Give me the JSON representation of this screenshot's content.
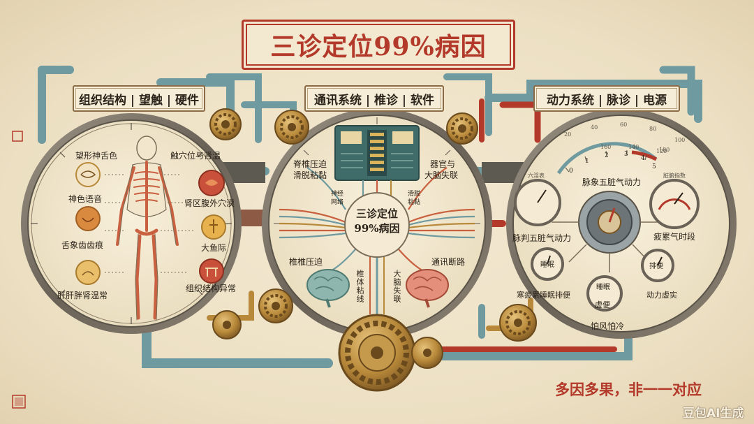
{
  "title": "三诊定位99%病因",
  "sections": [
    {
      "id": "left",
      "header": "组织结构 | 望触 | 硬件"
    },
    {
      "id": "center",
      "header": "通讯系统 | 椎诊 | 软件"
    },
    {
      "id": "right",
      "header": "动力系统 | 脉诊 | 电源"
    }
  ],
  "left_panel": {
    "labels": [
      "望形神舌色",
      "触穴位与肾温",
      "神色语音",
      "肾区腹外穴漠",
      "舌象齿齿痕",
      "大鱼际",
      "肝肝胖肾温常",
      "组织结构异常"
    ]
  },
  "center_panel": {
    "center_label_line1": "三诊定位",
    "center_label_line2": "99%病因",
    "labels": [
      "脊椎压迫",
      "滑脱粘黏",
      "器官与",
      "大脑失联",
      "神经",
      "网络",
      "滑脱",
      "粘黏",
      "椎椎压迫",
      "通讯断路"
    ],
    "vertical_labels": [
      "椎体粘线",
      "大脑失联"
    ]
  },
  "right_panel": {
    "top_scale_ticks": [
      "0",
      "1",
      "2",
      "3",
      "4",
      "5"
    ],
    "gauge_ticks": [
      "20",
      "40",
      "60",
      "80",
      "100",
      "120",
      "140",
      "160",
      "180"
    ],
    "labels": [
      "脉象五脏气动力",
      "脉判五脏气动力",
      "疲累气时段",
      "睡眠",
      "寒疲累睡眠排便",
      "睡眠",
      "虚便",
      "排便",
      "动力虚实",
      "怕风怕冷",
      "六淫表",
      "脏腑指数"
    ]
  },
  "slogan": "多因多果，非一一对应",
  "watermark": "豆包AI生成",
  "colors": {
    "accent_red": "#b33a2a",
    "pipe_teal": "#6e9aa0",
    "brass": "#b8893a",
    "parchment": "#efe3c8",
    "ink": "#2c241a"
  },
  "icons": [
    "gear-icon",
    "skeleton-figure-icon",
    "brain-icon",
    "circuit-board-icon",
    "pressure-gauge-icon",
    "seal-stamp-icon"
  ]
}
